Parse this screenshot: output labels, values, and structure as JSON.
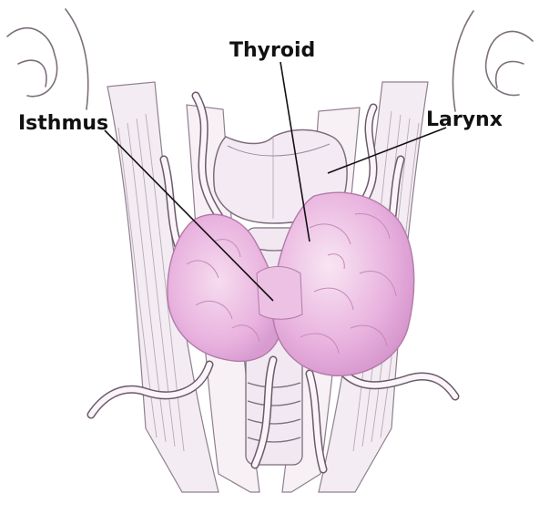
{
  "figure": {
    "labels": {
      "thyroid": "Thyroid",
      "isthmus": "Isthmus",
      "larynx": "Larynx"
    },
    "colors": {
      "gland_fill": "#e9b3df",
      "gland_light": "#f6dcef",
      "gland_shadow": "#c98ac0",
      "vessel": "#fbf4f9",
      "outline": "#6a5a6a",
      "muscle_fill": "#f3ecf2",
      "background": "#ffffff"
    }
  }
}
